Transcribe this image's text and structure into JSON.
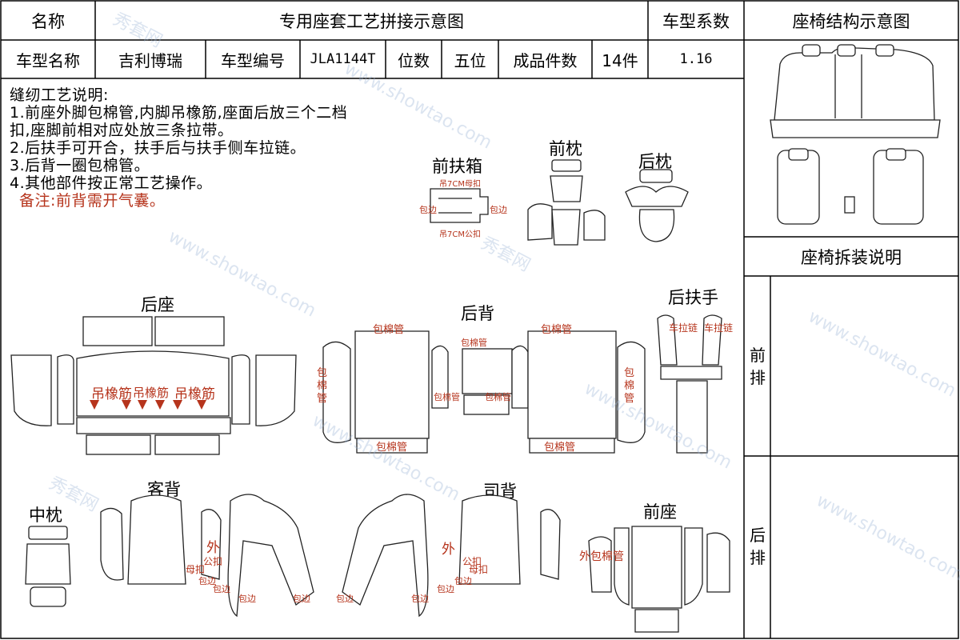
{
  "header": {
    "name_label": "名称",
    "title": "专用座套工艺拼接示意图",
    "coeff_label": "车型系数",
    "structure_title": "座椅结构示意图",
    "model_name_label": "车型名称",
    "model_name": "吉利博瑞",
    "model_code_label": "车型编号",
    "model_code": "JLA1144T",
    "seats_label": "位数",
    "seats": "五位",
    "pieces_label": "成品件数",
    "pieces": "14件",
    "coeff": "1.16"
  },
  "notes": {
    "heading": "缝纫工艺说明:",
    "line1a": "1.前座外脚包棉管,内脚吊橡筋,座面后放三个二档",
    "line1b": "扣,座脚前相对应处放三条拉带。",
    "line2": "2.后扶手可开合，扶手后与扶手侧车拉链。",
    "line3": "3.后背一圈包棉管。",
    "line4": "4.其他部件按正常工艺操作。",
    "remark": "备注:前背需开气囊。"
  },
  "parts": {
    "front_armbox": "前扶箱",
    "front_pillow": "前枕",
    "rear_pillow": "后枕",
    "rear_seat": "后座",
    "rear_back": "后背",
    "rear_armrest": "后扶手",
    "middle_pillow": "中枕",
    "passenger_back": "客背",
    "driver_back": "司背",
    "front_seat": "前座"
  },
  "annotations": {
    "hang7_female": "吊7CM母扣",
    "hang7_male": "吊7CM公扣",
    "edge": "包边",
    "rubber": "吊橡筋",
    "cotton_tube": "包棉管",
    "zipper": "车拉链",
    "outer": "外",
    "male_buckle": "公扣",
    "female_buckle": "母扣",
    "outer_cotton": "外包棉管"
  },
  "right_panel": {
    "disassembly_title": "座椅拆装说明",
    "front_row": "前排",
    "rear_row": "后排"
  },
  "watermark": {
    "cn": "秀套网",
    "url": "www.showtao.com"
  },
  "colors": {
    "annotation": "#b6341c",
    "line": "#222222",
    "watermark": "#9ab4d6"
  }
}
